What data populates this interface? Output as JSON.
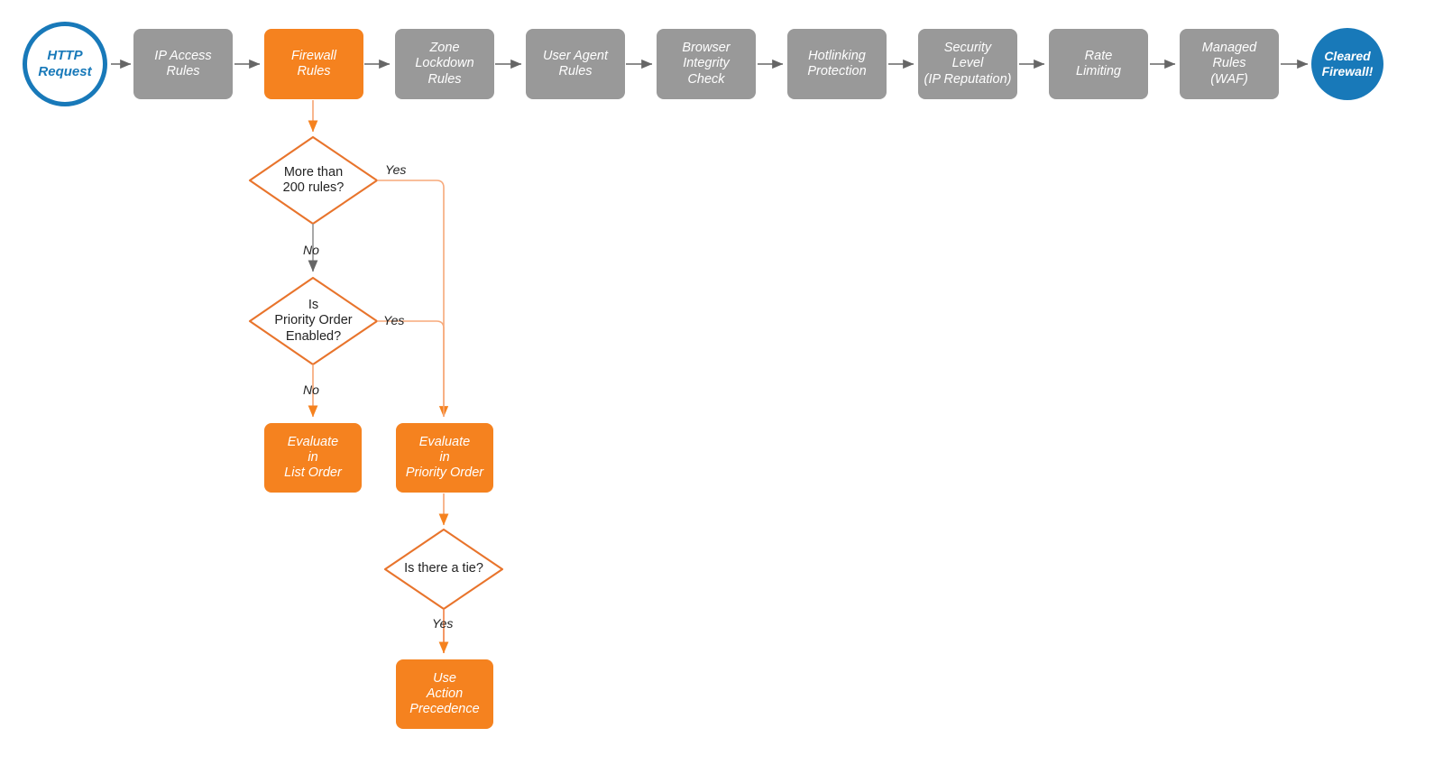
{
  "diagram": {
    "title": "Cloudflare request firewall evaluation order flowchart",
    "colors": {
      "gray_node": "#999999",
      "orange_node": "#F5821F",
      "blue_node": "#1879B9",
      "orange_line": "#F5821F",
      "orange_line_light": "#F7A97A",
      "gray_arrow": "#666666",
      "text_dark": "#232323",
      "background": "#FFFFFF"
    },
    "pipeline": [
      {
        "id": "http-request",
        "label": "HTTP\nRequest",
        "shape": "circle",
        "style": "blue-outline"
      },
      {
        "id": "ip-access-rules",
        "label": "IP Access\nRules",
        "shape": "rounded-rect",
        "style": "gray"
      },
      {
        "id": "firewall-rules",
        "label": "Firewall\nRules",
        "shape": "rounded-rect",
        "style": "orange"
      },
      {
        "id": "zone-lockdown-rules",
        "label": "Zone\nLockdown\nRules",
        "shape": "rounded-rect",
        "style": "gray"
      },
      {
        "id": "user-agent-rules",
        "label": "User Agent\nRules",
        "shape": "rounded-rect",
        "style": "gray"
      },
      {
        "id": "browser-integrity",
        "label": "Browser\nIntegrity\nCheck",
        "shape": "rounded-rect",
        "style": "gray"
      },
      {
        "id": "hotlinking",
        "label": "Hotlinking\nProtection",
        "shape": "rounded-rect",
        "style": "gray"
      },
      {
        "id": "security-level",
        "label": "Security\nLevel\n(IP Reputation)",
        "shape": "rounded-rect",
        "style": "gray"
      },
      {
        "id": "rate-limiting",
        "label": "Rate\nLimiting",
        "shape": "rounded-rect",
        "style": "gray"
      },
      {
        "id": "managed-rules",
        "label": "Managed\nRules\n(WAF)",
        "shape": "rounded-rect",
        "style": "gray"
      },
      {
        "id": "cleared-firewall",
        "label": "Cleared\nFirewall!",
        "shape": "circle",
        "style": "blue-filled"
      }
    ],
    "decisions": [
      {
        "id": "more-than-200-rules",
        "label": "More than\n200 rules?"
      },
      {
        "id": "priority-order-enabled",
        "label": "Is\nPriority Order\nEnabled?"
      },
      {
        "id": "is-there-a-tie",
        "label": "Is there a tie?"
      }
    ],
    "outcomes": [
      {
        "id": "evaluate-list-order",
        "label": "Evaluate\nin\nList Order"
      },
      {
        "id": "evaluate-priority-order",
        "label": "Evaluate\nin\nPriority Order"
      },
      {
        "id": "use-action-precedence",
        "label": "Use\nAction\nPrecedence"
      }
    ],
    "edge_labels": {
      "more_than_200_yes": "Yes",
      "more_than_200_no": "No",
      "priority_order_yes": "Yes",
      "priority_order_no": "No",
      "tie_yes": "Yes"
    }
  }
}
